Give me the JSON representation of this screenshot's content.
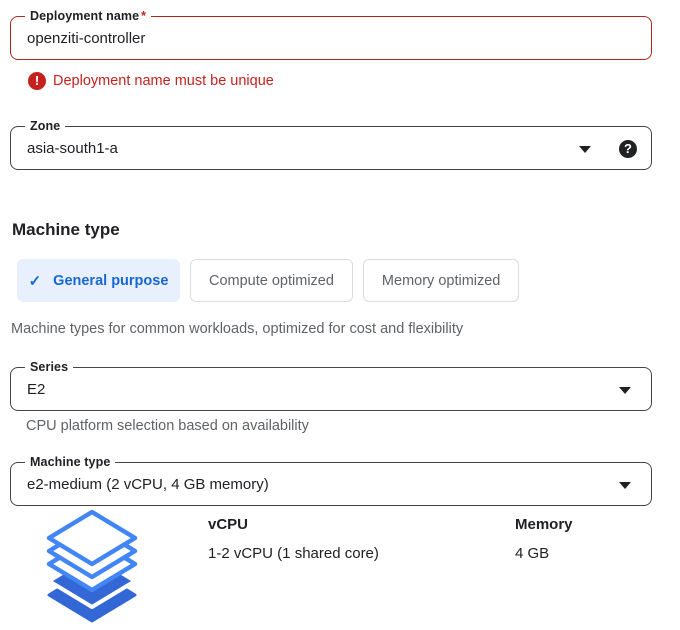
{
  "deployment": {
    "label": "Deployment name",
    "required_marker": "*",
    "value": "openziti-controller",
    "error_message": "Deployment name must be unique"
  },
  "zone": {
    "label": "Zone",
    "value": "asia-south1-a"
  },
  "machine_section": {
    "heading": "Machine type",
    "tabs": [
      {
        "label": "General purpose",
        "selected": true
      },
      {
        "label": "Compute optimized",
        "selected": false
      },
      {
        "label": "Memory optimized",
        "selected": false
      }
    ],
    "description": "Machine types for common workloads, optimized for cost and flexibility"
  },
  "series": {
    "label": "Series",
    "value": "E2",
    "helper": "CPU platform selection based on availability"
  },
  "machine_type": {
    "label": "Machine type",
    "value": "e2-medium (2 vCPU, 4 GB memory)"
  },
  "specs": {
    "icon": "layers-stack-icon",
    "columns": [
      {
        "header": "vCPU",
        "value": "1-2 vCPU (1 shared core)"
      },
      {
        "header": "Memory",
        "value": "4 GB"
      }
    ]
  },
  "icons": {
    "check": "✓",
    "help": "?",
    "error": "!"
  },
  "colors": {
    "error_red": "#c5221f",
    "error_border": "#b3261e",
    "accent_blue": "#1967d2",
    "selected_tab_bg": "#e8f0fe",
    "icon_blue_stroke": "#4285f4",
    "icon_blue_fill": "#3367d6",
    "muted_gray": "#5f6368",
    "field_border": "#444746"
  }
}
